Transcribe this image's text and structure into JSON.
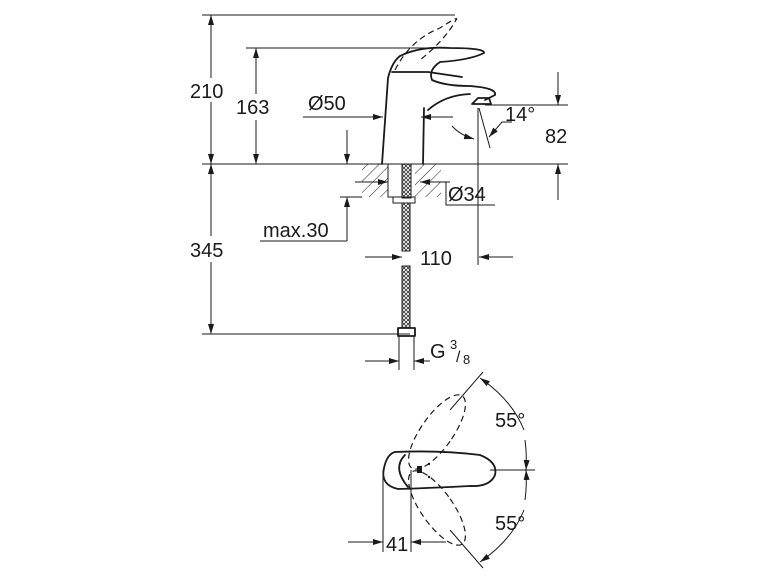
{
  "drawing": {
    "dimensions": {
      "total_height": "210",
      "spout_height": "163",
      "body_diameter": "Ø50",
      "spout_angle": "14°",
      "outlet_height": "82",
      "mount_diameter": "Ø34",
      "max_thickness": "max.30",
      "hose_length": "345",
      "projection": "110",
      "connection_g": "G",
      "connection_num": "3",
      "connection_den": "8",
      "lever_angle_up": "55°",
      "lever_angle_down": "55°",
      "lever_offset": "41"
    }
  }
}
